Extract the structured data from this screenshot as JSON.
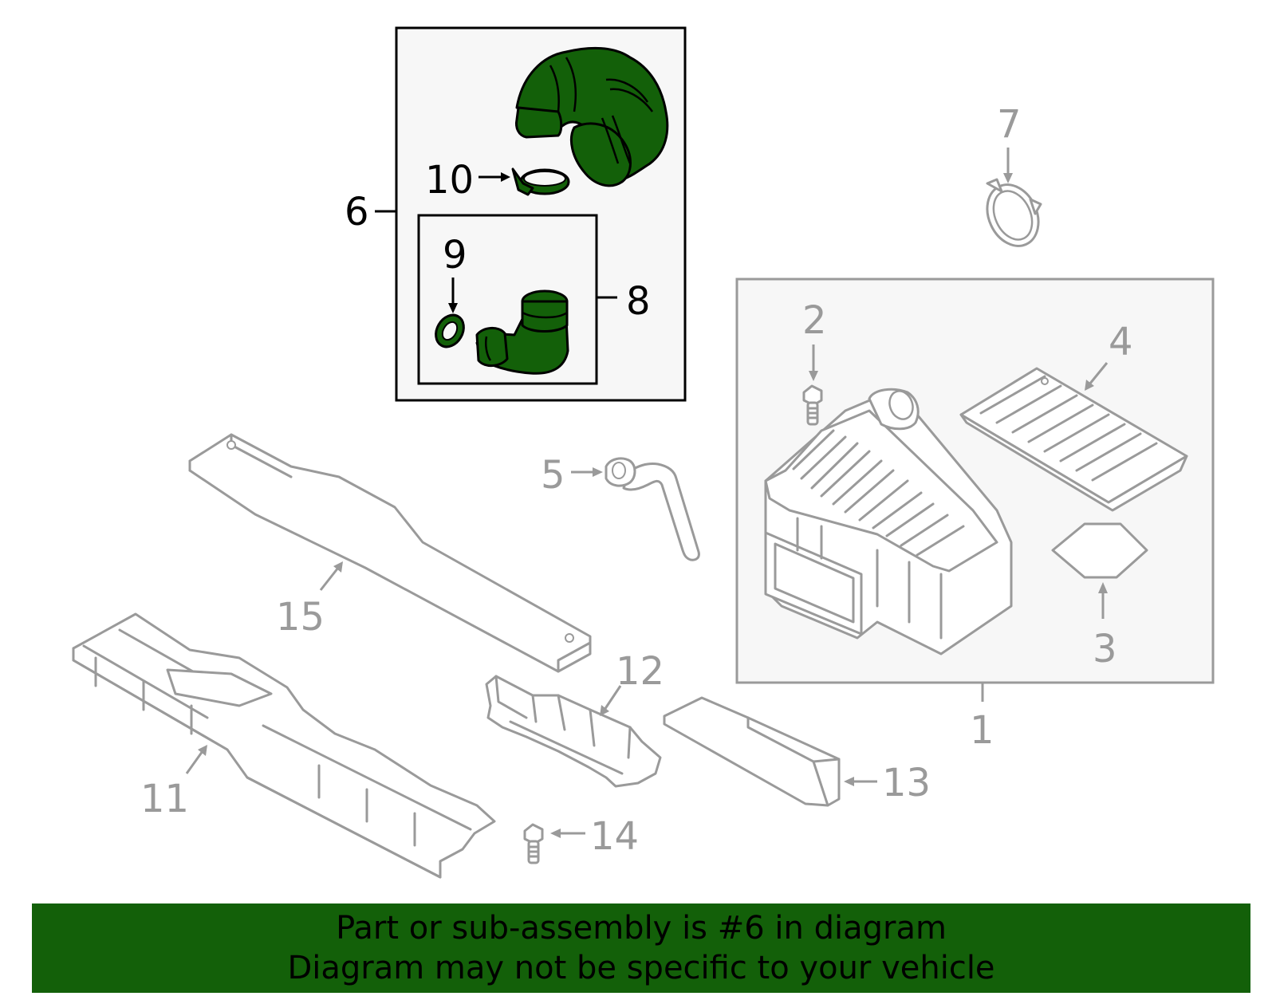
{
  "callouts": {
    "c1": "1",
    "c2": "2",
    "c3": "3",
    "c4": "4",
    "c5": "5",
    "c6": "6",
    "c7": "7",
    "c8": "8",
    "c9": "9",
    "c10": "10",
    "c11": "11",
    "c12": "12",
    "c13": "13",
    "c14": "14",
    "c15": "15"
  },
  "highlighted_parts": [
    "6",
    "8",
    "9",
    "10"
  ],
  "colors": {
    "highlight": "#136009",
    "part_outline": "#9a9a9a",
    "box_fill": "#f7f7f7",
    "banner": "#136009"
  },
  "banner": {
    "line1": "Part or sub-assembly is #6 in diagram",
    "line2": "Diagram may not be specific to your vehicle"
  }
}
